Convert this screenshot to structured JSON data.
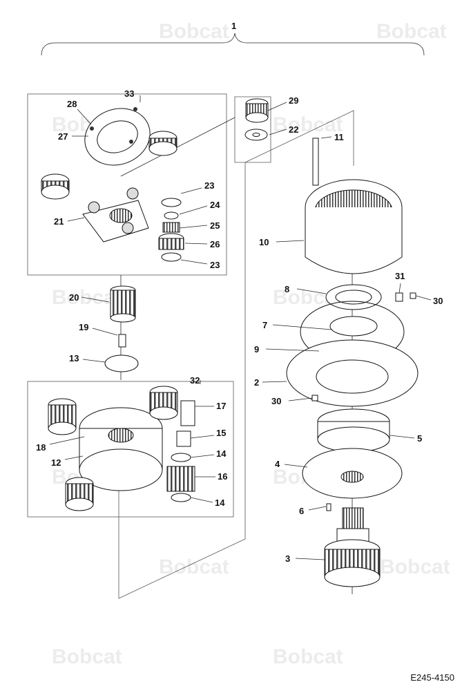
{
  "watermark": {
    "text": "Bobcat"
  },
  "group_label": "1",
  "callouts": {
    "c1": "1",
    "c2": "2",
    "c3": "3",
    "c4": "4",
    "c5": "5",
    "c6": "6",
    "c7": "7",
    "c8": "8",
    "c9": "9",
    "c10": "10",
    "c11": "11",
    "c12": "12",
    "c13": "13",
    "c14a": "14",
    "c14b": "14",
    "c15": "15",
    "c16": "16",
    "c17": "17",
    "c18": "18",
    "c19": "19",
    "c20": "20",
    "c21": "21",
    "c22": "22",
    "c23a": "23",
    "c23b": "23",
    "c24": "24",
    "c25": "25",
    "c26": "26",
    "c27": "27",
    "c28": "28",
    "c29": "29",
    "c30a": "30",
    "c30b": "30",
    "c31": "31",
    "c32": "32",
    "c33": "33"
  },
  "drawing_number": "E245-4150"
}
